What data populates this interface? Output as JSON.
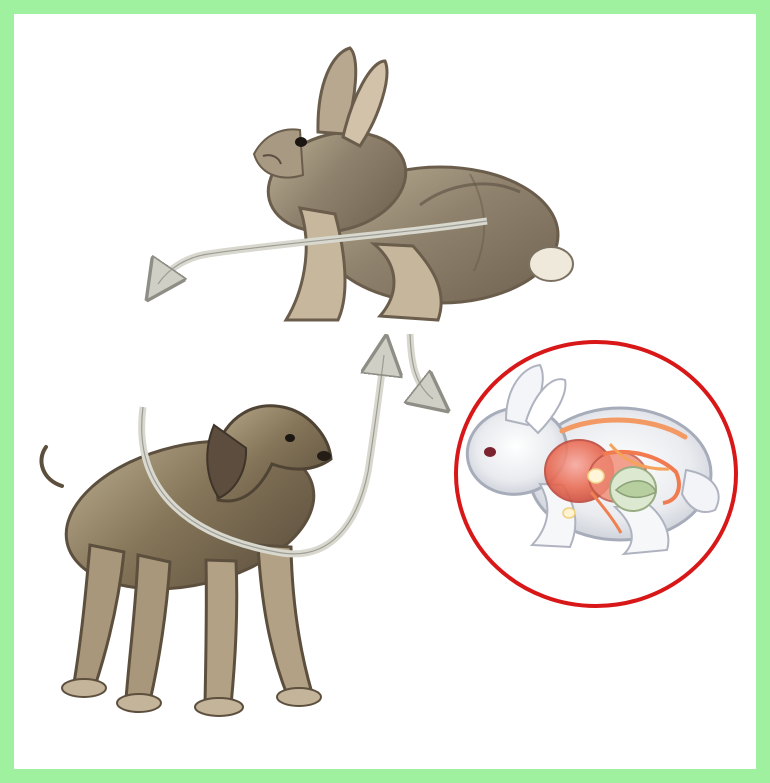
{
  "colors": {
    "border": "#9ff09f",
    "background": "#ffffff",
    "highlight_circle": "#d81818",
    "animal_fur": "#8b7d68",
    "dog_fur": "#7a6a52",
    "internal_anatomy": "#e86a52",
    "xray_rabbit": "#e9ebef",
    "arrow": "#d8d8cf"
  },
  "diagram": {
    "nodes": [
      {
        "id": "rabbit",
        "icon": "brown-rabbit-illustration"
      },
      {
        "id": "dog",
        "icon": "dog-illustration"
      },
      {
        "id": "infected-rabbit",
        "icon": "rabbit-anatomy-illustration"
      }
    ],
    "edges": [
      {
        "from": "rabbit",
        "to": "outside"
      },
      {
        "from": "dog",
        "to": "rabbit"
      },
      {
        "from": "rabbit",
        "to": "infected-rabbit"
      }
    ],
    "highlighted_node": "infected-rabbit"
  }
}
